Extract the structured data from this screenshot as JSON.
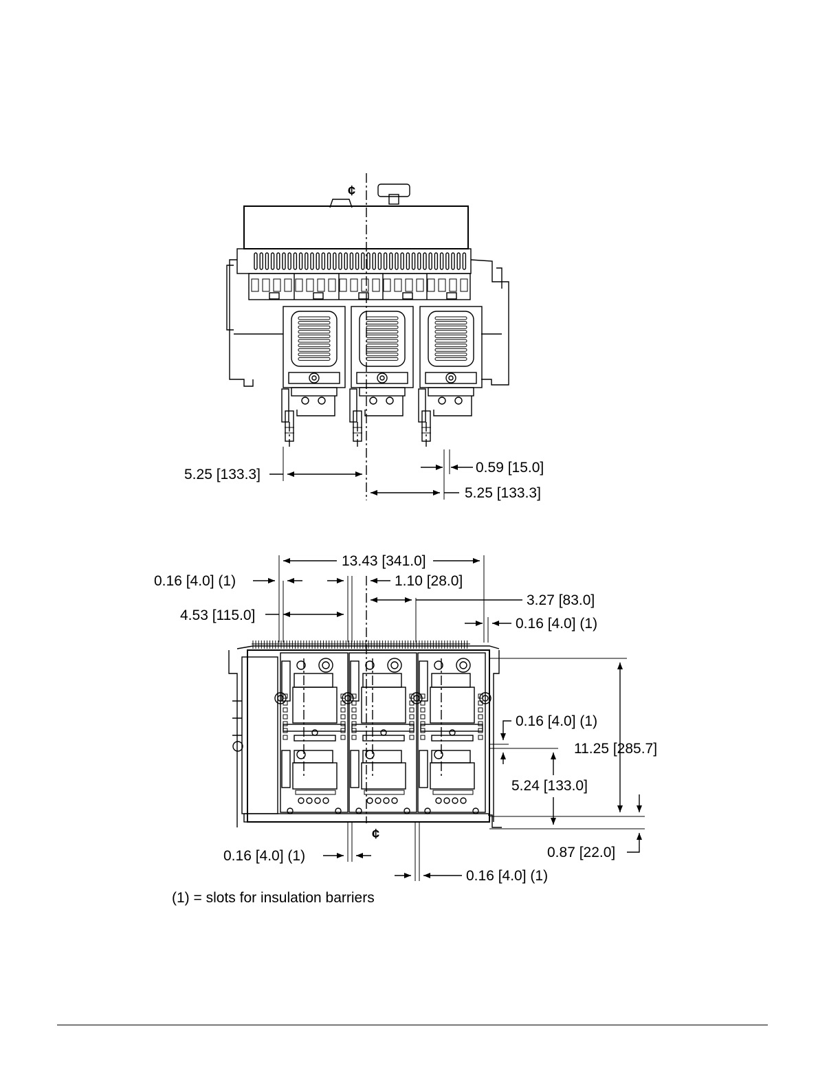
{
  "top_view": {
    "centerline_symbol": "¢",
    "dims": {
      "left_pitch": "5.25 [133.3]",
      "terminal_width": "0.59 [15.0]",
      "right_pitch": "5.25 [133.3]"
    }
  },
  "front_view": {
    "centerline_symbol": "¢",
    "dims": {
      "overall_width": "13.43 [341.0]",
      "slot_top_left": "0.16 [4.0] (1)",
      "center_offset": "1.10 [28.0]",
      "pole_offset": "3.27 [83.0]",
      "left_width": "4.53 [115.0]",
      "slot_top_right": "0.16 [4.0] (1)",
      "slot_mid_right": "0.16 [4.0] (1)",
      "overall_height": "11.25 [285.7]",
      "mid_height": "5.24 [133.0]",
      "bottom_offset": "0.87 [22.0]",
      "slot_bottom_left": "0.16 [4.0] (1)",
      "slot_bottom_right": "0.16 [4.0] (1)"
    }
  },
  "footnote": "(1) = slots for insulation barriers"
}
